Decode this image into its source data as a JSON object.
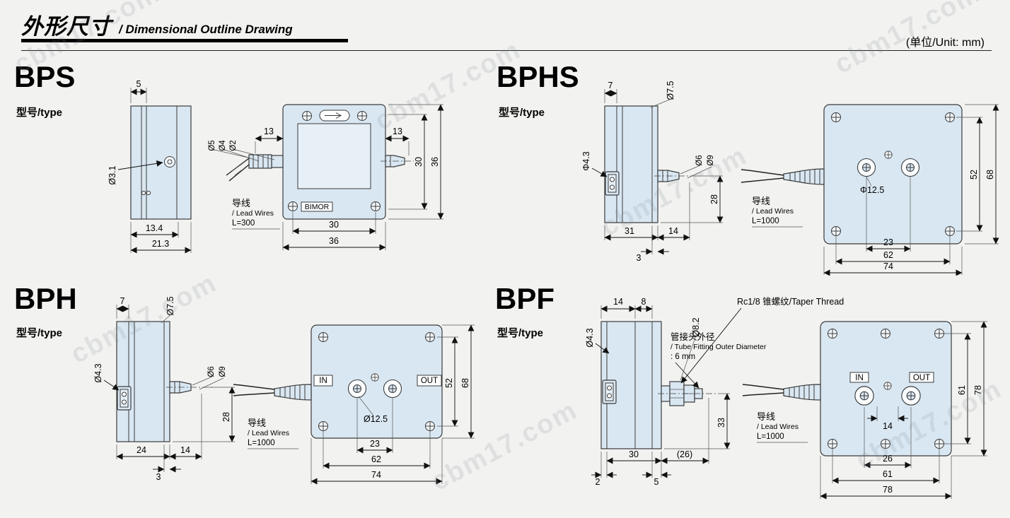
{
  "header": {
    "title_zh": "外形尺寸",
    "title_en": "/ Dimensional Outline Drawing",
    "unit": "(单位/Unit: mm)"
  },
  "watermark": "cbm17.com",
  "panels": {
    "bps": {
      "model": "BPS",
      "type_label": "型号/type",
      "logo": "BIMOR",
      "lead": {
        "zh": "导线",
        "en": "/ Lead Wires",
        "len": "L=300"
      },
      "side": {
        "flange": "5",
        "hole": "Ø3.1",
        "w_inner": "13.4",
        "w_total": "21.3"
      },
      "front": {
        "wire_d5": "Ø5",
        "wire_d4": "Ø4",
        "wire_d2": "Ø2",
        "off_left": "13",
        "off_right": "13",
        "h_inner": "30",
        "h_total": "36",
        "w_inner": "30",
        "w_total": "36"
      }
    },
    "bphs": {
      "model": "BPHS",
      "type_label": "型号/type",
      "lead": {
        "zh": "导线",
        "en": "/ Lead Wires",
        "len": "L=1000"
      },
      "side": {
        "flange": "7",
        "dome_d": "Ø7.5",
        "hole": "Φ4.3",
        "noz_d6": "Ø6",
        "noz_d9": "Ø9",
        "h_port": "28",
        "w_body": "31",
        "w_noz": "14",
        "off": "3"
      },
      "front": {
        "port_d": "Φ12.5",
        "pitch_v": "52",
        "h_total": "68",
        "port_pitch": "23",
        "pitch_h": "62",
        "w_total": "74"
      }
    },
    "bph": {
      "model": "BPH",
      "type_label": "型号/type",
      "lead": {
        "zh": "导线",
        "en": "/ Lead Wires",
        "len": "L=1000"
      },
      "side": {
        "flange": "7",
        "dome_d": "Ø7.5",
        "hole": "Ø4.3",
        "noz_d6": "Ø6",
        "noz_d9": "Ø9",
        "h_port": "28",
        "w_body": "24",
        "w_noz": "14",
        "off": "3"
      },
      "front": {
        "in": "IN",
        "out": "OUT",
        "port_d": "Ø12.5",
        "pitch_v": "52",
        "h_total": "68",
        "port_pitch": "23",
        "pitch_h": "62",
        "w_total": "74"
      }
    },
    "bpf": {
      "model": "BPF",
      "type_label": "型号/type",
      "lead": {
        "zh": "导线",
        "en": "/ Lead Wires",
        "len": "L=1000"
      },
      "callout_thread": "Rc1/8 锥螺纹/Taper Thread",
      "callout_tube": {
        "zh": "管接头外径",
        "en": "/ Tube Fitting Outer Diameter",
        "val": ": 6 mm"
      },
      "side": {
        "hole": "Ø4.3",
        "w1": "14",
        "w2": "8",
        "fit_d": "Ø8.2",
        "h_port": "33",
        "w_body": "30",
        "w_fit": "(26)",
        "off1": "2",
        "off2": "5"
      },
      "front": {
        "in": "IN",
        "out": "OUT",
        "gap": "14",
        "pitch_v": "61",
        "h_total": "78",
        "port_pitch": "26",
        "pitch_h": "61",
        "w_total": "78"
      }
    }
  }
}
